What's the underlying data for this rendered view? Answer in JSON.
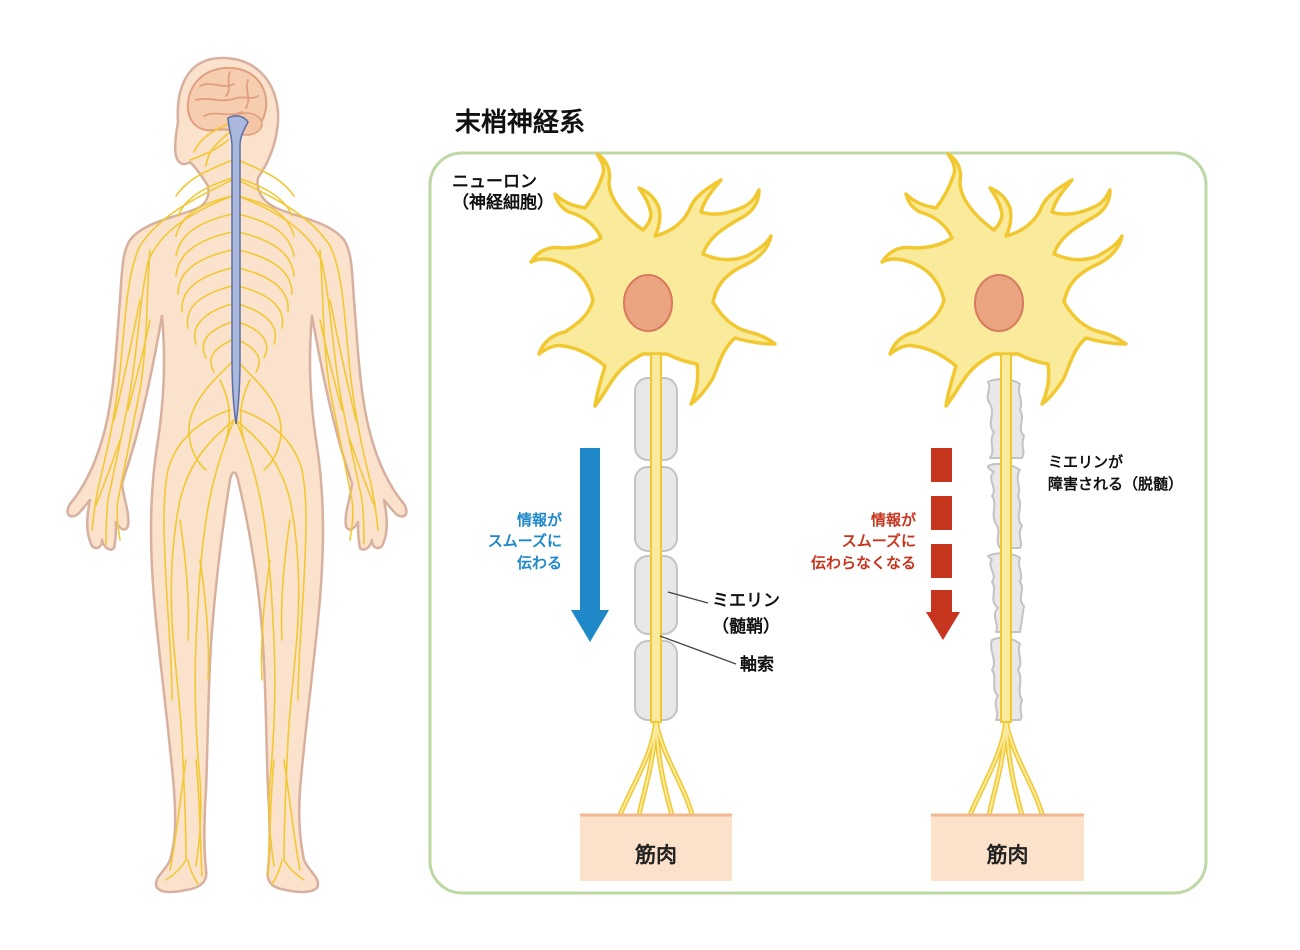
{
  "title": "末梢神経系",
  "neuron_label": [
    "ニューロン",
    "（神経細胞）"
  ],
  "healthy": {
    "info_text": [
      "情報が",
      "スムーズに",
      "伝わる"
    ],
    "myelin_label": [
      "ミエリン",
      "（髄鞘）"
    ],
    "axon_label": "軸索",
    "muscle_label": "筋肉"
  },
  "damaged": {
    "info_text": [
      "情報が",
      "スムーズに",
      "伝わらなくなる"
    ],
    "demyelination_label": [
      "ミエリンが",
      "障害される（脱髄）"
    ],
    "muscle_label": "筋肉"
  },
  "colors": {
    "nerve": "#f2c832",
    "neuron_fill": "#faeb9c",
    "nucleus": "#eaa580",
    "skin": "#fbe2cc",
    "spine": "#a9b8dc",
    "frame": "#bcd8a4",
    "muscle": "#fce1cb",
    "smooth_arrow": "#1f88c9",
    "broken_arrow": "#c8351e",
    "myelin": "#e4e4e4"
  }
}
